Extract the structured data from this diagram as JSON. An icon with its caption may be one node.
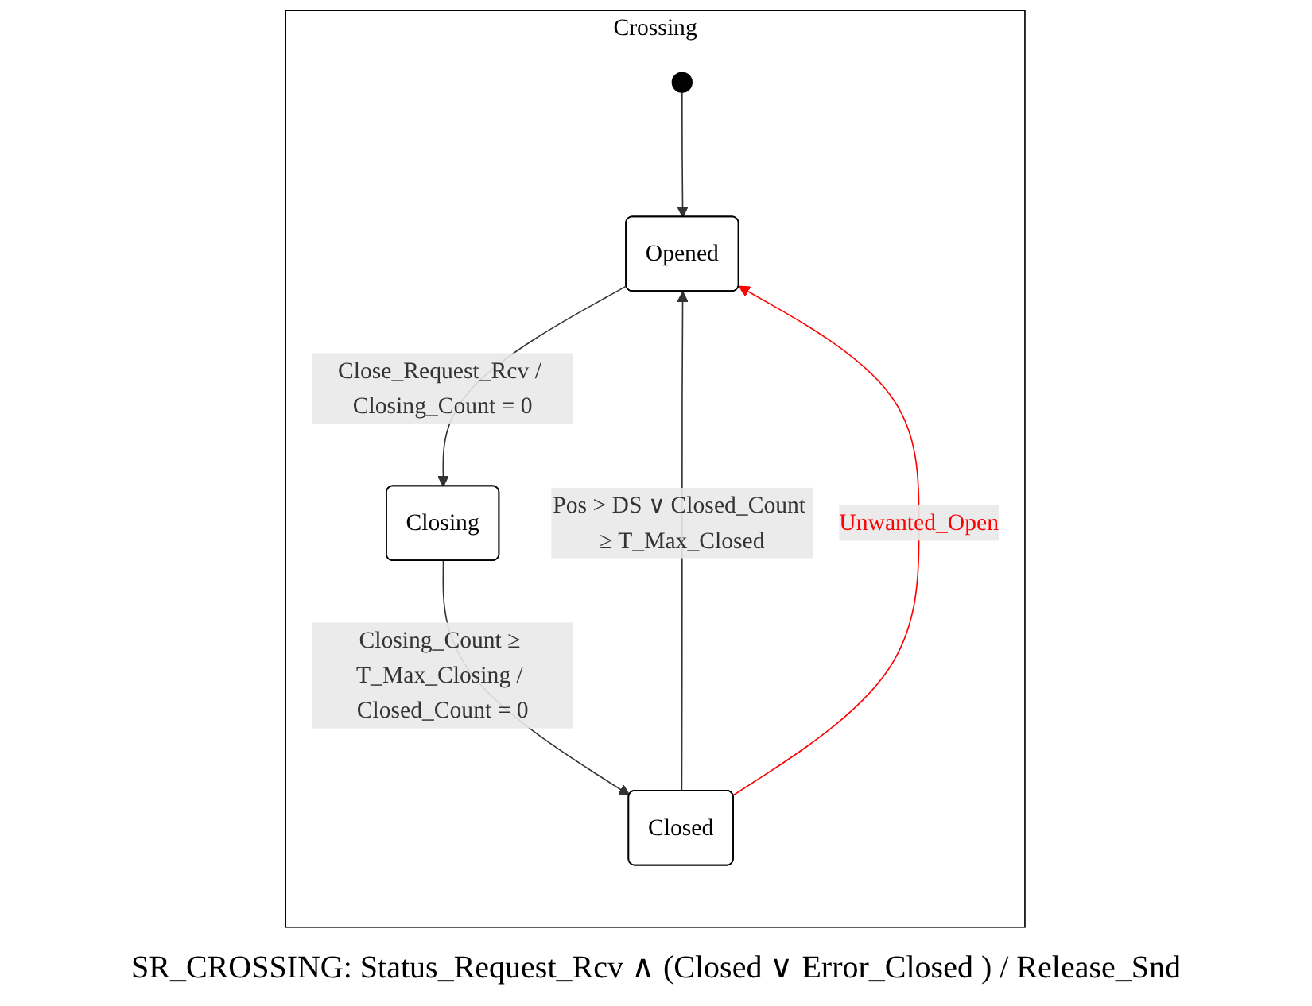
{
  "diagram": {
    "nodes": [
      {
        "text": [
          "Crossing"
        ]
      },
      {
        "text": [
          "Opened"
        ],
        "in": 0
      },
      {
        "text": [
          "Closing"
        ],
        "in": 0
      },
      {
        "text": [
          "Closed"
        ],
        "in": 0
      }
    ],
    "edges": [
      {
        "from": null,
        "to": 1,
        "arrow": "to"
      },
      {
        "from": 1,
        "to": 2,
        "arrow": "to",
        "label": "Close_Request_Rcv / Closing_Count = 0"
      },
      {
        "from": 2,
        "to": 3,
        "arrow": "to",
        "label": "Closing_Count ≥ T_Max_Closing / Closed_Count = 0"
      },
      {
        "from": 3,
        "to": 1,
        "arrow": "to",
        "label": "Pos > DS ∨ Closed_Count ≥ T_Max_Closed"
      },
      {
        "from": 3,
        "to": 1,
        "arrow": "to",
        "label": "Unwanted_Open",
        "color": "#ff0000"
      }
    ],
    "labels": [
      "SR_CROSSING: Status_Request_Rcv ∧ (Closed ∨ Error_Closed ) / Release_Snd"
    ]
  }
}
